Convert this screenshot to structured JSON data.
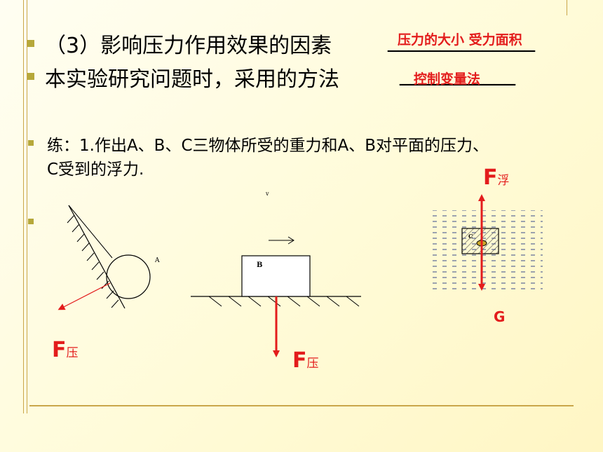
{
  "line1": {
    "prefix": "（3）影响压力作用效果的因素",
    "blank": "______________",
    "answer": "压力的大小  受力面积"
  },
  "line2": {
    "prefix": "本实验研究问题时，采用的方法",
    "blank": "___________",
    "answer": "控制变量法"
  },
  "exercise": {
    "line1": "练：1.作出A、B、C三物体所受的重力和A、B对平面的压力、",
    "line2": "C受到的浮力."
  },
  "figure": {
    "label_a": "A",
    "label_b": "B",
    "label_c": "C",
    "label_v": "v",
    "f_press_left_main": "F",
    "f_press_left_sub": "压",
    "f_press_mid_main": "F",
    "f_press_mid_sub": "压",
    "f_buoy_main": "F",
    "f_buoy_sub": "浮",
    "g_label": "G"
  },
  "colors": {
    "accent": "#e31c1c",
    "bullet": "#b6a83a",
    "rule": "#c9a64a",
    "water_dash": "#3a4a8a"
  }
}
